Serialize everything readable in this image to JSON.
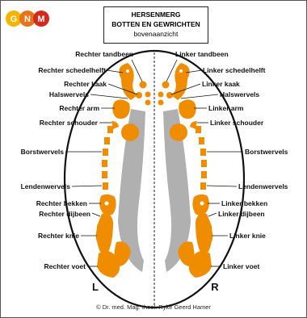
{
  "logo": {
    "letters": [
      "G",
      "N",
      "M"
    ],
    "colors": [
      "#f5b400",
      "#e8731a",
      "#d6281c"
    ]
  },
  "title": {
    "line1": "HERSENMERG",
    "line2": "BOTTEN EN GEWRICHTEN",
    "line3": "bovenaanzicht"
  },
  "colors": {
    "organ": "#f08c00",
    "relay": "#b0b0b0",
    "outline": "#111111"
  },
  "labels": {
    "right": [
      "Rechter tandbeen",
      "Rechter schedelhelft",
      "Rechter kaak",
      "Halswervels",
      "Rechter arm",
      "Rechter schouder",
      "Borstwervels",
      "Lendenwervels",
      "Rechter bekken",
      "Rechter dijbeen",
      "Rechter knie",
      "Rechter voet"
    ],
    "left": [
      "Linker tandbeen",
      "Linker schedelhelft",
      "Linker kaak",
      "Halswervels",
      "Linker arm",
      "Linker schouder",
      "Borstwervels",
      "Lendenwervels",
      "Linker bekken",
      "Linker dijbeen",
      "Linker knie",
      "Linker voet"
    ]
  },
  "sides": {
    "left_letter": "L",
    "right_letter": "R"
  },
  "copyright": "© Dr. med. Mag. theol. Ryke Geerd Hamer"
}
